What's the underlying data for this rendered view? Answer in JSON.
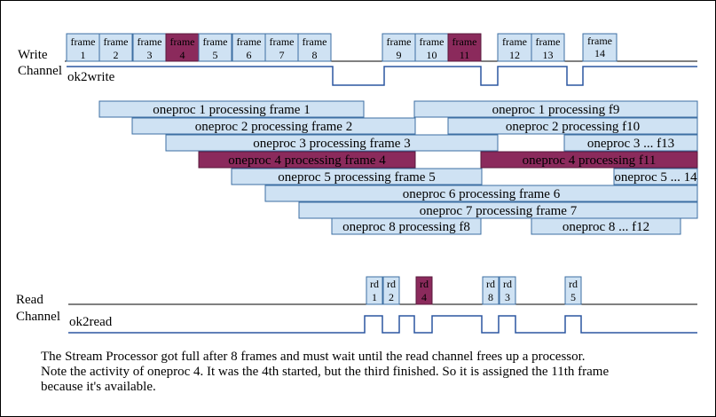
{
  "write": {
    "label_line1": "Write",
    "label_line2": "Channel",
    "signal": "ok2write",
    "frames": [
      {
        "l1": "frame",
        "l2": "1",
        "hl": false
      },
      {
        "l1": "frame",
        "l2": "2",
        "hl": false
      },
      {
        "l1": "frame",
        "l2": "3",
        "hl": false
      },
      {
        "l1": "frame",
        "l2": "4",
        "hl": true
      },
      {
        "l1": "frame",
        "l2": "5",
        "hl": false
      },
      {
        "l1": "frame",
        "l2": "6",
        "hl": false
      },
      {
        "l1": "frame",
        "l2": "7",
        "hl": false
      },
      {
        "l1": "frame",
        "l2": "8",
        "hl": false
      },
      {
        "l1": "frame",
        "l2": "9",
        "hl": false
      },
      {
        "l1": "frame",
        "l2": "10",
        "hl": false
      },
      {
        "l1": "frame",
        "l2": "11",
        "hl": true
      },
      {
        "l1": "frame",
        "l2": "12",
        "hl": false
      },
      {
        "l1": "frame",
        "l2": "13",
        "hl": false
      },
      {
        "l1": "frame",
        "l2": "14",
        "hl": false
      }
    ]
  },
  "processors": [
    {
      "text": "oneproc 1 processing frame 1",
      "hl": false
    },
    {
      "text": "oneproc 1 processing f9",
      "hl": false
    },
    {
      "text": "oneproc 2 processing frame 2",
      "hl": false
    },
    {
      "text": "oneproc 2 processing f10",
      "hl": false
    },
    {
      "text": "oneproc 3 processing frame 3",
      "hl": false
    },
    {
      "text": "oneproc 3 ... f13",
      "hl": false
    },
    {
      "text": "oneproc 4 processing frame 4",
      "hl": true
    },
    {
      "text": "oneproc 4 processing f11",
      "hl": true
    },
    {
      "text": "oneproc 5 processing frame 5",
      "hl": false
    },
    {
      "text": "oneproc 5 ... 14",
      "hl": false
    },
    {
      "text": "oneproc 6 processing frame 6",
      "hl": false
    },
    {
      "text": "oneproc 7 processing frame 7",
      "hl": false
    },
    {
      "text": "oneproc 8 processing f8",
      "hl": false
    },
    {
      "text": "oneproc 8 ... f12",
      "hl": false
    }
  ],
  "read": {
    "label_line1": "Read",
    "label_line2": "Channel",
    "signal": "ok2read",
    "reads": [
      {
        "l1": "rd",
        "l2": "1",
        "hl": false
      },
      {
        "l1": "rd",
        "l2": "2",
        "hl": false
      },
      {
        "l1": "rd",
        "l2": "4",
        "hl": true
      },
      {
        "l1": "rd",
        "l2": "8",
        "hl": false
      },
      {
        "l1": "rd",
        "l2": "3",
        "hl": false
      },
      {
        "l1": "rd",
        "l2": "5",
        "hl": false
      }
    ]
  },
  "caption": [
    "The Stream Processor got full after 8 frames and must wait until the read channel frees up a processor.",
    "Note the activity of oneproc 4. It was the 4th started, but the third finished. So it is assigned the 11th frame",
    "because it's available."
  ],
  "colors": {
    "box_fill": "#cfe2f3",
    "box_stroke": "#3d6fa3",
    "highlight_fill": "#8b2a5c",
    "signal_line": "#2b56a0"
  }
}
